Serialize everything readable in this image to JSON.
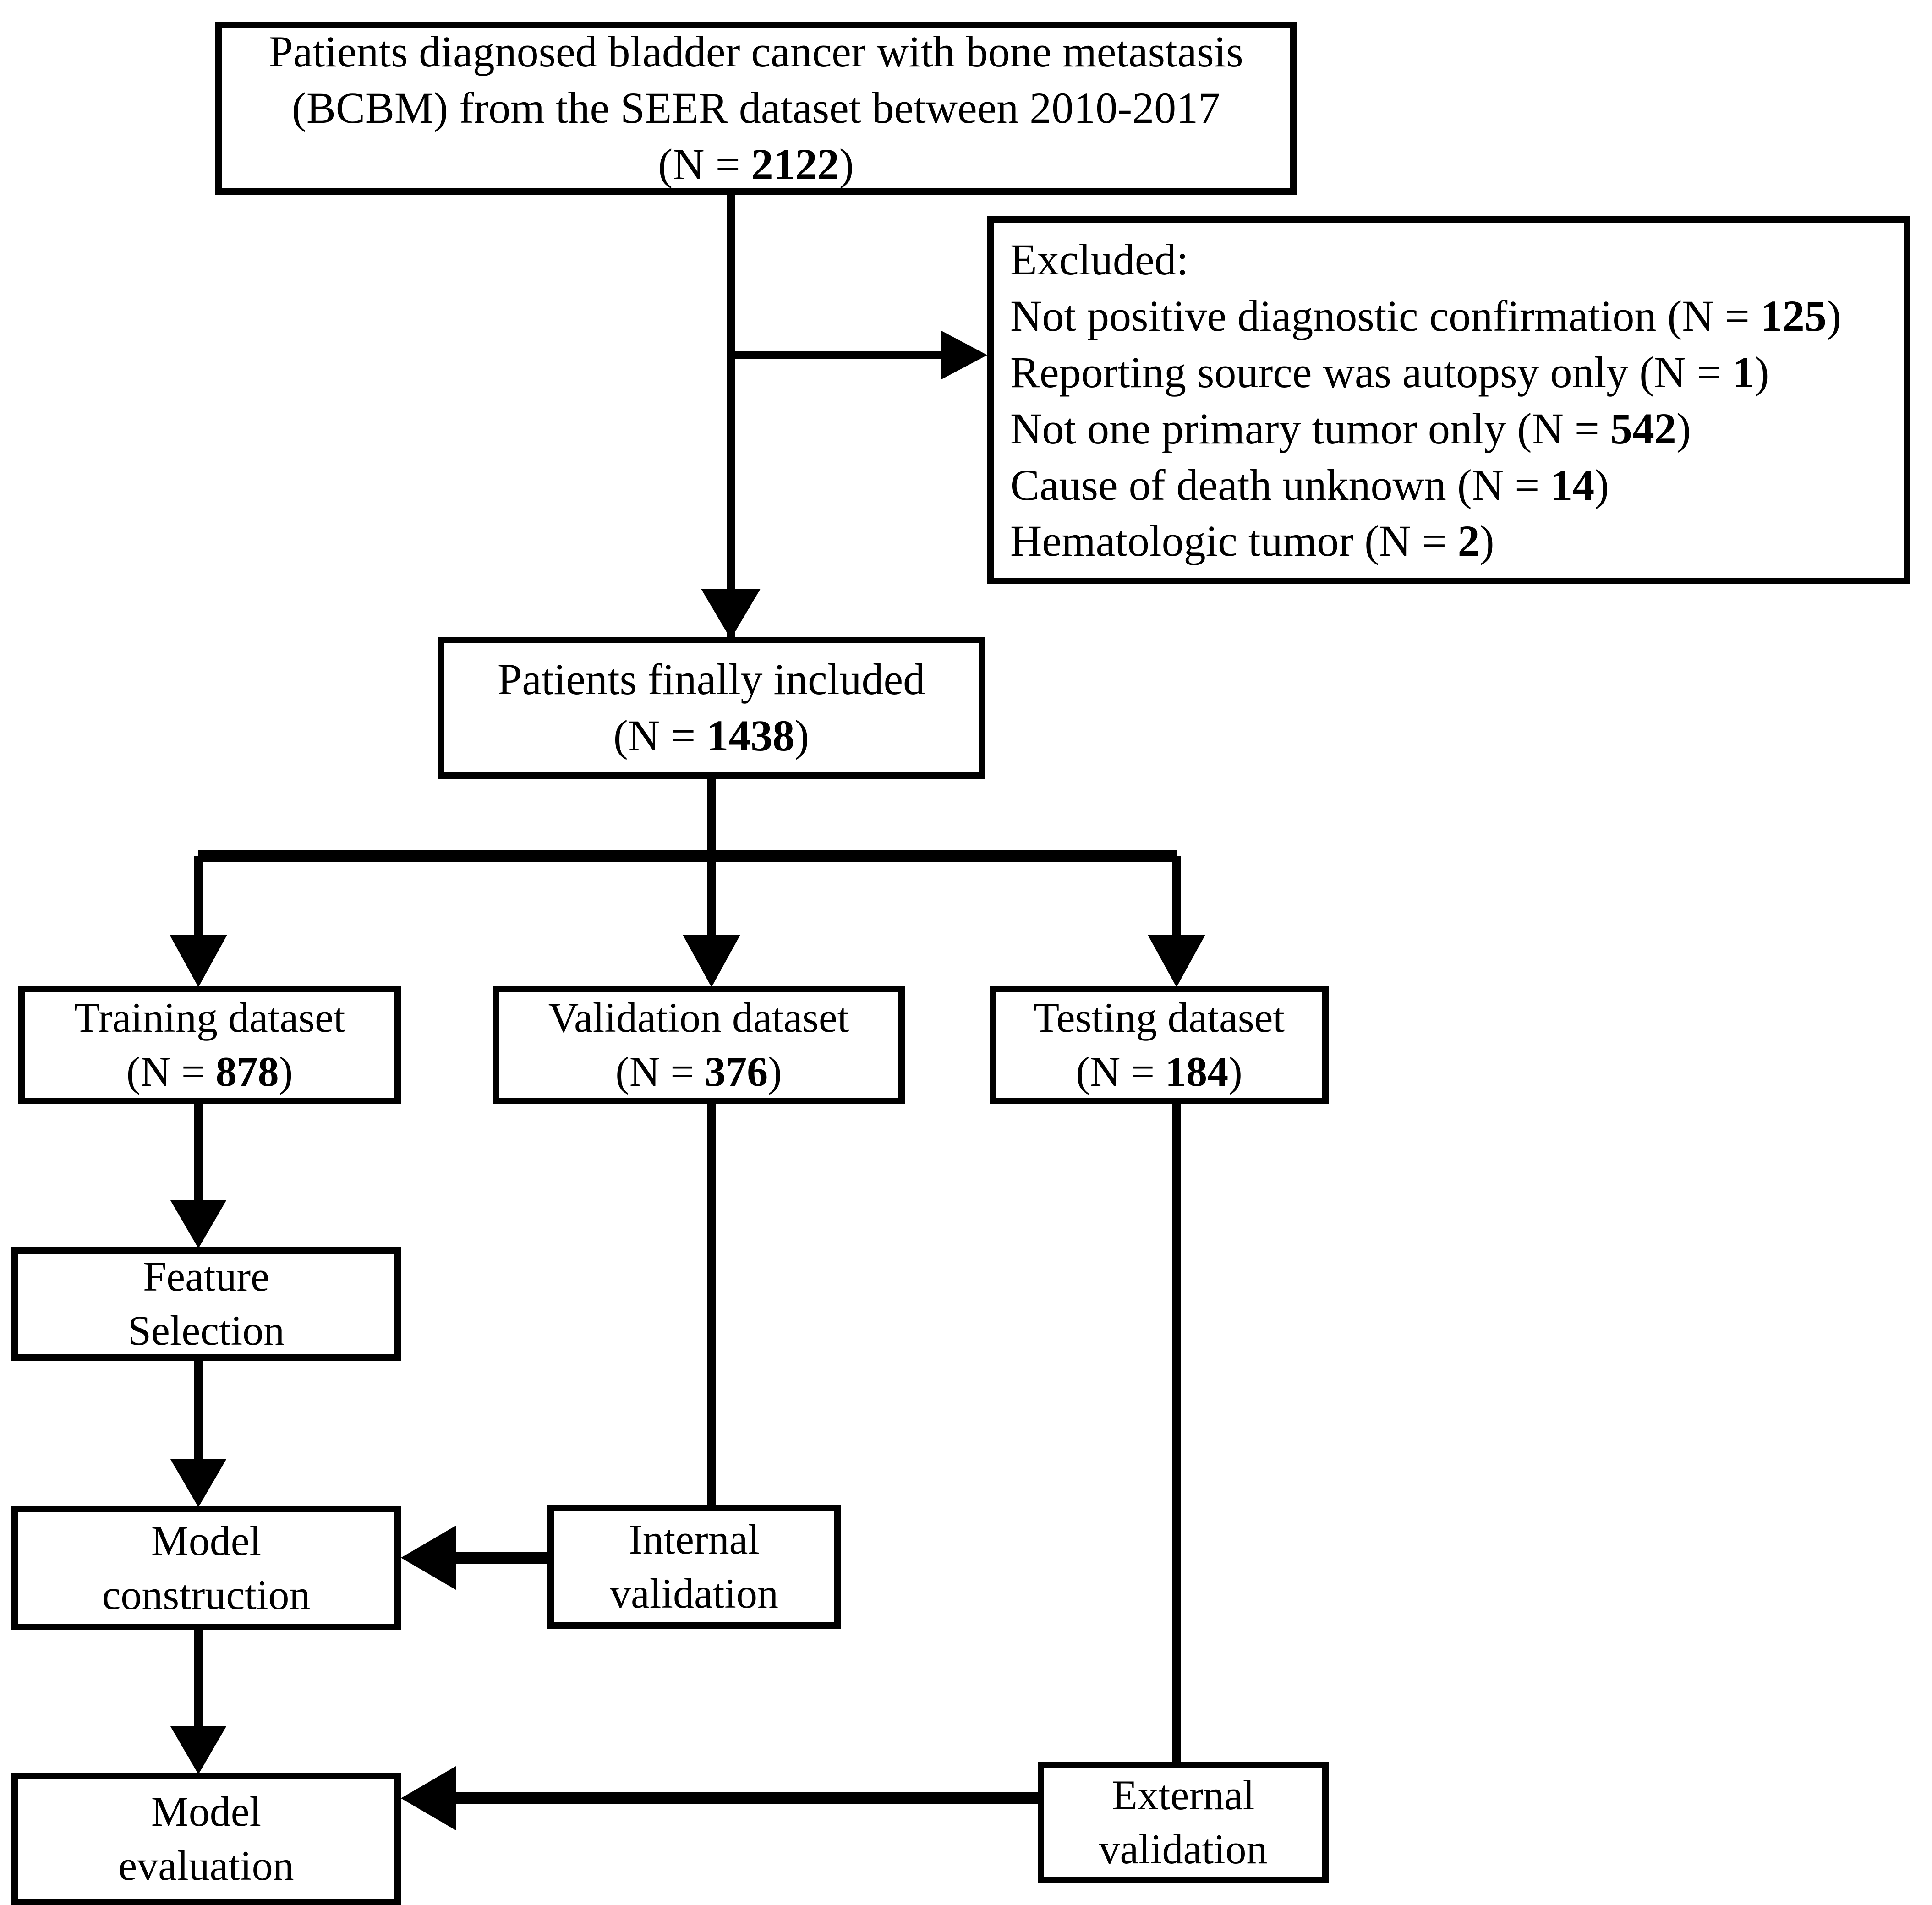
{
  "diagram": {
    "title": "Patient selection and model development flowchart",
    "line_color": "#000000",
    "box_border_color": "#000000",
    "background_color": "#ffffff"
  },
  "nodes": {
    "cohort_source": {
      "line1": "Patients diagnosed bladder cancer with bone metastasis",
      "line2": "(BCBM) from the  SEER dataset between 2010-2017",
      "line3_prefix": "(N = ",
      "line3_value": "2122",
      "line3_suffix": ")"
    },
    "excluded": {
      "heading": "Excluded:",
      "items": [
        {
          "label": "Not positive diagnostic confirmation (N = ",
          "value": "125",
          "suffix": ")"
        },
        {
          "label": "Reporting source was autopsy only (N = ",
          "value": "1",
          "suffix": ")"
        },
        {
          "label": "Not one primary tumor only (N = ",
          "value": "542",
          "suffix": ")"
        },
        {
          "label": "Cause of death unknown (N = ",
          "value": "14",
          "suffix": ")"
        },
        {
          "label": "Hematologic tumor (N = ",
          "value": "2",
          "suffix": ")"
        }
      ]
    },
    "included": {
      "line1": "Patients finally included",
      "line2_prefix": "(N = ",
      "line2_value": "1438",
      "line2_suffix": ")"
    },
    "training": {
      "line1": "Training dataset",
      "line2_prefix": "(N = ",
      "line2_value": "878",
      "line2_suffix": ")"
    },
    "validation": {
      "line1": "Validation dataset",
      "line2_prefix": "(N = ",
      "line2_value": "376",
      "line2_suffix": ")"
    },
    "testing": {
      "line1": "Testing dataset",
      "line2_prefix": "(N = ",
      "line2_value": "184",
      "line2_suffix": ")"
    },
    "feature_selection": {
      "line1": "Feature",
      "line2": "Selection"
    },
    "model_construction": {
      "line1": "Model",
      "line2": "construction"
    },
    "internal_validation": {
      "line1": "Internal",
      "line2": "validation"
    },
    "model_evaluation": {
      "line1": "Model",
      "line2": "evaluation"
    },
    "external_validation": {
      "line1": "External",
      "line2": "validation"
    }
  },
  "edges": [
    {
      "name": "cohort-to-included",
      "from": "cohort_source",
      "to": "included",
      "style": "arrow-down"
    },
    {
      "name": "cohort-to-excluded",
      "from": "cohort_source",
      "to": "excluded",
      "style": "arrow-right"
    },
    {
      "name": "included-to-training",
      "from": "included",
      "to": "training",
      "style": "arrow-down"
    },
    {
      "name": "included-to-validation",
      "from": "included",
      "to": "validation",
      "style": "arrow-down"
    },
    {
      "name": "included-to-testing",
      "from": "included",
      "to": "testing",
      "style": "arrow-down"
    },
    {
      "name": "training-to-feature-selection",
      "from": "training",
      "to": "feature_selection",
      "style": "arrow-down"
    },
    {
      "name": "feature-selection-to-model-construction",
      "from": "feature_selection",
      "to": "model_construction",
      "style": "arrow-down"
    },
    {
      "name": "validation-to-internal-validation",
      "from": "validation",
      "to": "internal_validation",
      "style": "line-down"
    },
    {
      "name": "internal-validation-to-model-construction",
      "from": "internal_validation",
      "to": "model_construction",
      "style": "arrow-left"
    },
    {
      "name": "model-construction-to-model-evaluation",
      "from": "model_construction",
      "to": "model_evaluation",
      "style": "arrow-down"
    },
    {
      "name": "testing-to-external-validation",
      "from": "testing",
      "to": "external_validation",
      "style": "line-down"
    },
    {
      "name": "external-validation-to-model-evaluation",
      "from": "external_validation",
      "to": "model_evaluation",
      "style": "arrow-left"
    }
  ]
}
